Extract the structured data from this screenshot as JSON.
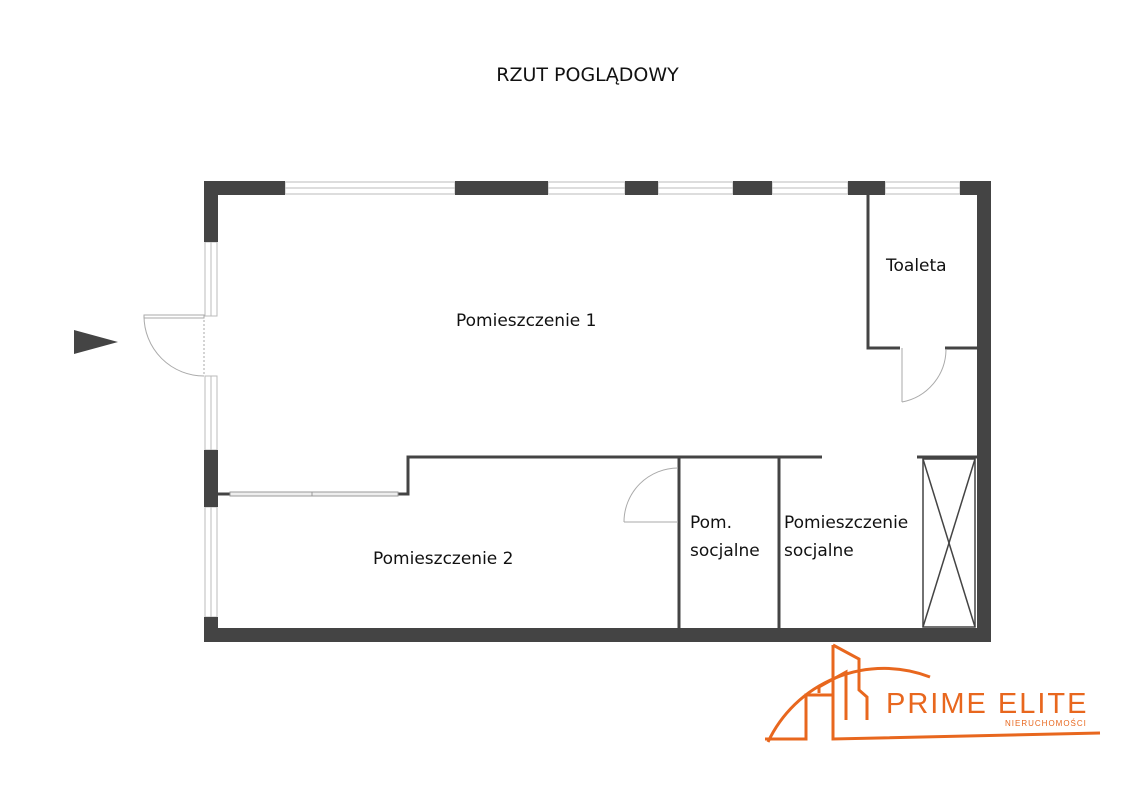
{
  "title": "RZUT POGLĄDOWY",
  "rooms": {
    "room1": "Pomieszczenie 1",
    "room2": "Pomieszczenie 2",
    "toilet": "Toaleta",
    "social_small_1": "Pom.",
    "social_small_2": "socjalne",
    "social_1": "Pomieszczenie",
    "social_2": "socjalne"
  },
  "logo": {
    "name": "PRIME ELITE",
    "subtitle": "NIERUCHOMOŚCI",
    "color": "#e8671e"
  },
  "colors": {
    "wall": "#444444",
    "window": "#cccccc"
  }
}
